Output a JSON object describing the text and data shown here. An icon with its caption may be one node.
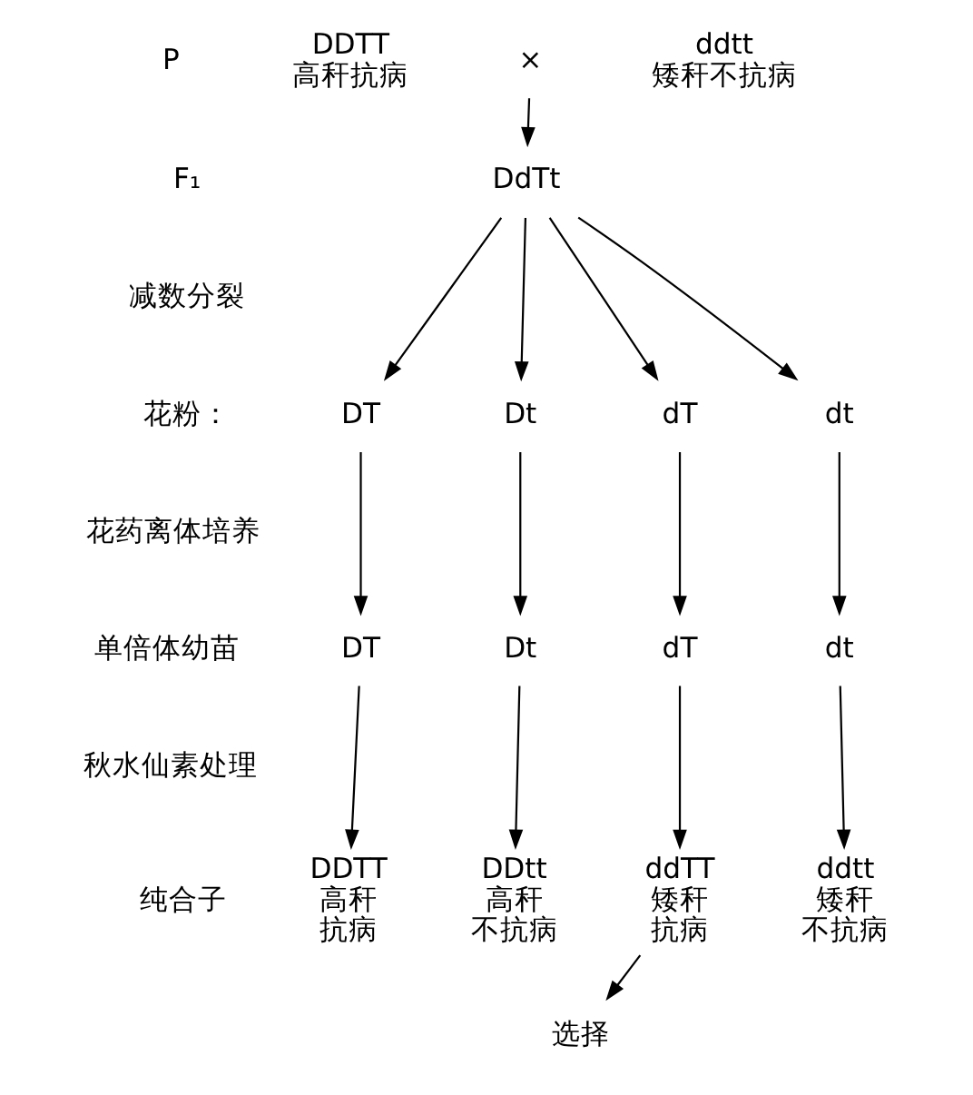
{
  "diagram": {
    "nodes": [
      {
        "text": [
          "DDTT",
          "高秆抗病"
        ]
      },
      {
        "text": [
          "ddtt",
          "矮秆不抗病"
        ]
      },
      {
        "text": [
          "×"
        ]
      },
      {
        "text": [
          "DdTt"
        ]
      },
      {
        "text": [
          "DT"
        ]
      },
      {
        "text": [
          "Dt"
        ]
      },
      {
        "text": [
          "dT"
        ]
      },
      {
        "text": [
          "dt"
        ]
      },
      {
        "text": [
          "DT"
        ]
      },
      {
        "text": [
          "Dt"
        ]
      },
      {
        "text": [
          "dT"
        ]
      },
      {
        "text": [
          "dt"
        ]
      },
      {
        "text": [
          "DDTT",
          "高秆",
          "抗病"
        ]
      },
      {
        "text": [
          "DDtt",
          "高秆",
          "不抗病"
        ]
      },
      {
        "text": [
          "ddTT",
          "矮秆",
          "抗病"
        ]
      },
      {
        "text": [
          "ddtt",
          "矮秆",
          "不抗病"
        ]
      },
      {
        "text": [
          "选择"
        ]
      }
    ],
    "edges": [
      {
        "from": 2,
        "to": 3,
        "arrow": "to"
      },
      {
        "from": 3,
        "to": 4,
        "arrow": "to"
      },
      {
        "from": 3,
        "to": 5,
        "arrow": "to"
      },
      {
        "from": 3,
        "to": 6,
        "arrow": "to"
      },
      {
        "from": 3,
        "to": 7,
        "arrow": "to"
      },
      {
        "from": 4,
        "to": 8,
        "arrow": "to"
      },
      {
        "from": 5,
        "to": 9,
        "arrow": "to"
      },
      {
        "from": 6,
        "to": 10,
        "arrow": "to"
      },
      {
        "from": 7,
        "to": 11,
        "arrow": "to"
      },
      {
        "from": 8,
        "to": 12,
        "arrow": "to"
      },
      {
        "from": 9,
        "to": 13,
        "arrow": "to"
      },
      {
        "from": 10,
        "to": 14,
        "arrow": "to"
      },
      {
        "from": 11,
        "to": 15,
        "arrow": "to"
      },
      {
        "from": 14,
        "to": 16,
        "arrow": "to"
      }
    ],
    "labels": [
      "P",
      "F₁",
      "减数分裂",
      "花粉：",
      "花药离体培养",
      "单倍体幼苗",
      "秋水仙素处理",
      "纯合子"
    ]
  }
}
